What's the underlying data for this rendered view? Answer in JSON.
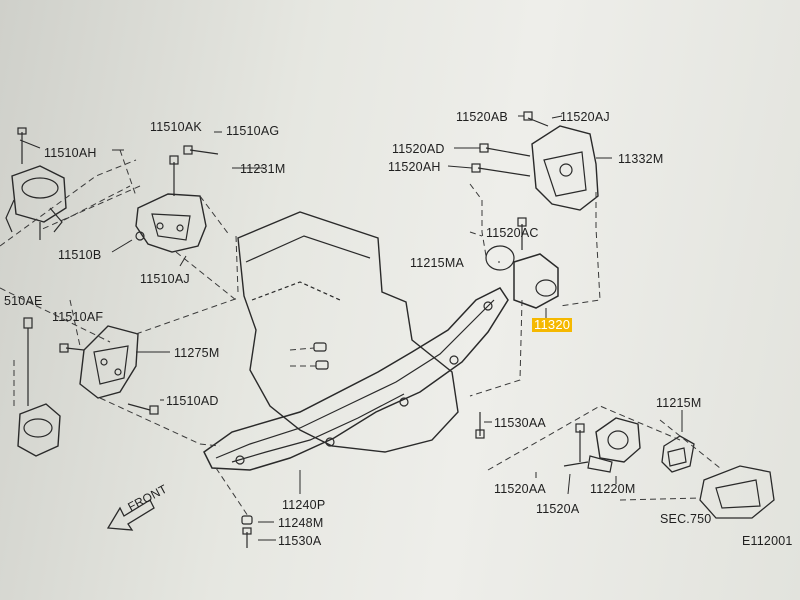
{
  "diagram": {
    "labels": {
      "p11510AH": "11510AH",
      "p11510AK": "11510AK",
      "p11510AG": "11510AG",
      "p11231M": "11231M",
      "p11510B": "11510B",
      "p11510AJ": "11510AJ",
      "p11520AB": "11520AB",
      "p11520AJ": "11520AJ",
      "p11520AD": "11520AD",
      "p11520AH": "11520AH",
      "p11332M": "11332M",
      "p11520AC": "11520AC",
      "p11215MA": "11215MA",
      "p11320": "11320",
      "p510AE": "510AE",
      "p11510AF": "11510AF",
      "p11275M": "11275M",
      "p11510AD": "11510AD",
      "p11530AA": "11530AA",
      "p11215M": "11215M",
      "p11520AA": "11520AA",
      "p11220M": "11220M",
      "p11520A": "11520A",
      "p11240P": "11240P",
      "p11248M": "11248M",
      "p11530A": "11530A",
      "sec750": "SEC.750",
      "front": "FRONT",
      "figcode": "E112001"
    },
    "highlight_color": "#f5b800"
  }
}
